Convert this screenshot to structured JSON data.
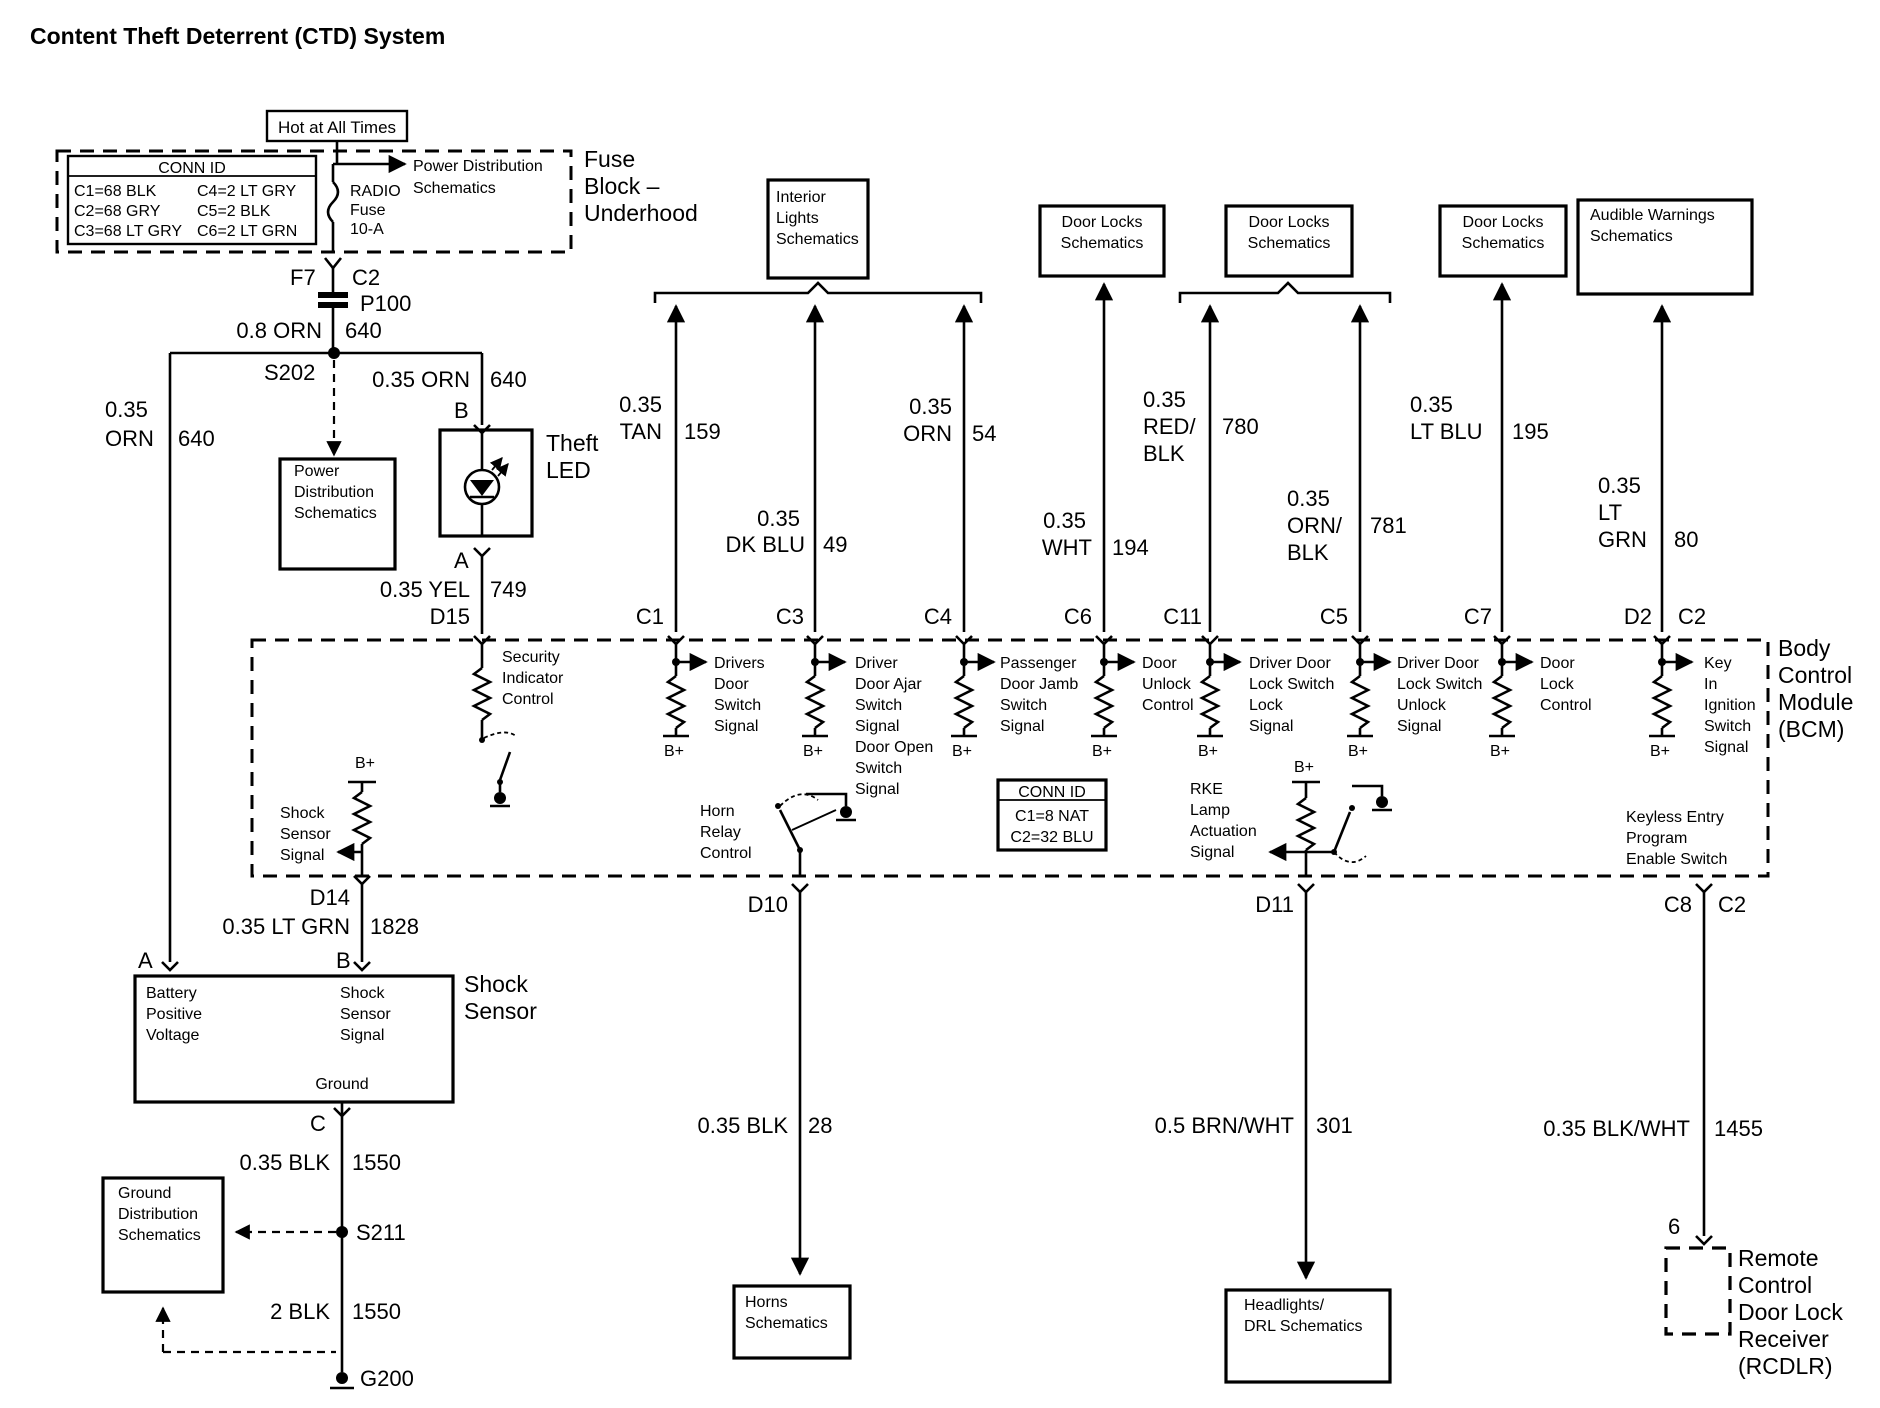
{
  "title": "Content Theft Deterrent (CTD) System",
  "fuse_block": {
    "hot_label": "Hot at All Times",
    "conn_id_title": "CONN ID",
    "conn_rows": [
      "C1=68 BLK",
      "C4=2 LT GRY",
      "C2=68 GRY",
      "C5=2 BLK",
      "C3=68 LT GRY",
      "C6=2 LT GRN"
    ],
    "power_dist_l1": "Power Distribution",
    "power_dist_l2": "Schematics",
    "fuse_l1": "RADIO",
    "fuse_l2": "Fuse",
    "fuse_l3": "10-A",
    "block_l1": "Fuse",
    "block_l2": "Block –",
    "block_l3": "Underhood",
    "pin_f7": "F7",
    "pin_c2": "C2",
    "p100": "P100",
    "wire_gauge": "0.8 ORN",
    "wire_circuit": "640"
  },
  "splice_s202": "S202",
  "left_feed": {
    "gauge1": "0.35",
    "gauge2": "ORN",
    "circuit": "640"
  },
  "pds_box": [
    "Power",
    "Distribution",
    "Schematics"
  ],
  "theft_led": {
    "wire_gauge": "0.35 ORN",
    "wire_circuit": "640",
    "pin_b": "B",
    "pin_a": "A",
    "l1": "Theft",
    "l2": "LED",
    "out_gauge": "0.35 YEL",
    "out_circuit": "749",
    "bcm_pin": "D15"
  },
  "top_boxes": {
    "interior": [
      "Interior",
      "Lights",
      "Schematics"
    ],
    "doorlocks1": [
      "Door Locks",
      "Schematics"
    ],
    "doorlocks2": [
      "Door Locks",
      "Schematics"
    ],
    "doorlocks3": [
      "Door Locks",
      "Schematics"
    ],
    "audible": [
      "Audible Warnings",
      "Schematics"
    ]
  },
  "wires_top": [
    {
      "pin": "C1",
      "gauge": [
        "0.35",
        "TAN"
      ],
      "circuit": "159"
    },
    {
      "pin": "C3",
      "gauge": [
        "0.35",
        "DK BLU"
      ],
      "circuit": "49"
    },
    {
      "pin": "C4",
      "gauge": [
        "0.35",
        "ORN"
      ],
      "circuit": "54"
    },
    {
      "pin": "C6",
      "gauge": [
        "0.35",
        "WHT"
      ],
      "circuit": "194"
    },
    {
      "pin": "C11",
      "gauge": [
        "0.35",
        "RED/",
        "BLK"
      ],
      "circuit": "780"
    },
    {
      "pin": "C5",
      "gauge": [
        "0.35",
        "ORN/",
        "BLK"
      ],
      "circuit": "781"
    },
    {
      "pin": "C7",
      "gauge": [
        "0.35",
        "LT BLU"
      ],
      "circuit": "195"
    },
    {
      "pin": "D2",
      "pin2": "C2",
      "gauge": [
        "0.35",
        "LT",
        "GRN"
      ],
      "circuit": "80"
    }
  ],
  "bcm": {
    "l1": "Body",
    "l2": "Control",
    "l3": "Module",
    "l4": "(BCM)",
    "bplus": "B+",
    "security": [
      "Security",
      "Indicator",
      "Control"
    ],
    "drivers_door": [
      "Drivers",
      "Door",
      "Switch",
      "Signal"
    ],
    "driver_ajar": [
      "Driver",
      "Door Ajar",
      "Switch",
      "Signal",
      "Door Open",
      "Switch",
      "Signal"
    ],
    "passenger": [
      "Passenger",
      "Door Jamb",
      "Switch",
      "Signal"
    ],
    "door_unlock": [
      "Door",
      "Unlock",
      "Control"
    ],
    "driver_lock": [
      "Driver Door",
      "Lock Switch",
      "Lock",
      "Signal"
    ],
    "driver_unlock": [
      "Driver Door",
      "Lock Switch",
      "Unlock",
      "Signal"
    ],
    "door_lock": [
      "Door",
      "Lock",
      "Control"
    ],
    "key_in": [
      "Key",
      "In",
      "Ignition",
      "Switch",
      "Signal"
    ],
    "shock": [
      "Shock",
      "Sensor",
      "Signal"
    ],
    "horn": [
      "Horn",
      "Relay",
      "Control"
    ],
    "conn_title": "CONN ID",
    "conn_rows": [
      "C1=8 NAT",
      "C2=32 BLU"
    ],
    "rke": [
      "RKE",
      "Lamp",
      "Actuation",
      "Signal"
    ],
    "keyless": [
      "Keyless Entry",
      "Program",
      "Enable Switch"
    ]
  },
  "wires_bottom": {
    "d14": "D14",
    "lt_grn_gauge": "0.35 LT GRN",
    "lt_grn_circuit": "1828",
    "d10": "D10",
    "blk_gauge": "0.35 BLK",
    "blk_circuit": "28",
    "d11": "D11",
    "brn_gauge": "0.5 BRN/WHT",
    "brn_circuit": "301",
    "c8": "C8",
    "c2": "C2",
    "blkwht_gauge": "0.35 BLK/WHT",
    "blkwht_circuit": "1455"
  },
  "shock_sensor": {
    "pin_a": "A",
    "pin_b": "B",
    "pin_c": "C",
    "l1": "Shock",
    "l2": "Sensor",
    "batt": [
      "Battery",
      "Positive",
      "Voltage"
    ],
    "sig": [
      "Shock",
      "Sensor",
      "Signal"
    ],
    "ground": "Ground"
  },
  "ground": {
    "gauge1": "0.35 BLK",
    "circuit1": "1550",
    "s211": "S211",
    "box": [
      "Ground",
      "Distribution",
      "Schematics"
    ],
    "gauge2": "2 BLK",
    "circuit2": "1550",
    "g200": "G200"
  },
  "bottom_boxes": {
    "horns": [
      "Horns",
      "Schematics"
    ],
    "headlights": [
      "Headlights/",
      "DRL Schematics"
    ]
  },
  "rcdlr": {
    "pin": "6",
    "lines": [
      "Remote",
      "Control",
      "Door Lock",
      "Receiver",
      "(RCDLR)"
    ]
  }
}
